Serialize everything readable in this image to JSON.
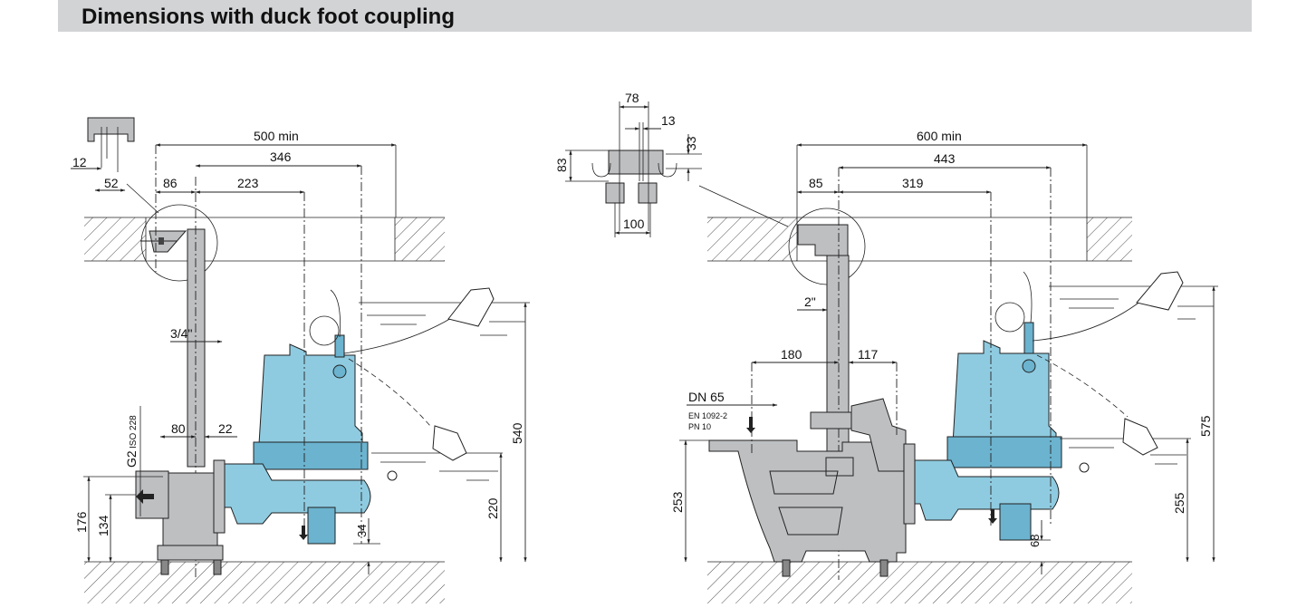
{
  "page_title": "Dimensions with duck foot coupling",
  "left_drawing": {
    "dims": {
      "d500": "500 min",
      "d346": "346",
      "d86": "86",
      "d223": "223",
      "d12": "12",
      "d52": "52",
      "d34in": "3/4\"",
      "d80": "80",
      "d22": "22",
      "g2": "G2",
      "iso": "ISO 228",
      "d176": "176",
      "d134": "134",
      "d540": "540",
      "d220": "220",
      "d34": "34"
    }
  },
  "right_drawing": {
    "dims": {
      "d78": "78",
      "d13": "13",
      "d33": "33",
      "d83": "83",
      "d100": "100",
      "d600": "600 min",
      "d443": "443",
      "d85": "85",
      "d319": "319",
      "d2in": "2\"",
      "d180": "180",
      "d117": "117",
      "dn65": "DN 65",
      "en": "EN 1092-2",
      "pn": "PN 10",
      "d253": "253",
      "d575": "575",
      "d255": "255",
      "d68": "68"
    }
  },
  "colors": {
    "pump_blue": "#8fcbe0",
    "casting_gray": "#bdbfc1",
    "header_bg": "#d2d3d5"
  }
}
